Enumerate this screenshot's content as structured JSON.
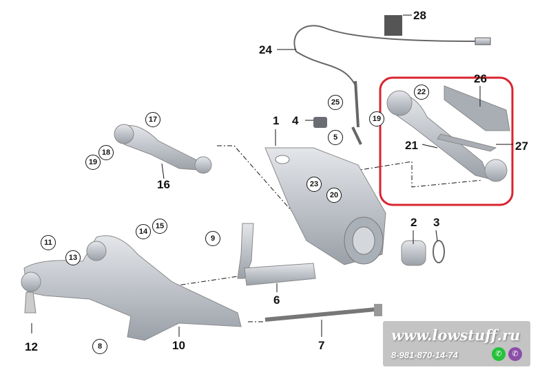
{
  "diagram": {
    "plain_labels": [
      "28",
      "24",
      "1",
      "4",
      "16",
      "26",
      "21",
      "27",
      "2",
      "3",
      "6",
      "12",
      "10",
      "7"
    ],
    "circled_labels": [
      "22",
      "19",
      "25",
      "5",
      "17",
      "18",
      "19",
      "23",
      "20",
      "14",
      "15",
      "9",
      "11",
      "13",
      "8"
    ]
  },
  "highlight": {
    "color": "#d9232e"
  },
  "watermark": {
    "site": "www.lowstuff.ru",
    "phone": "8-981-870-14-74",
    "whatsapp_icon": "whatsapp-icon",
    "viber_icon": "viber-icon",
    "whatsapp_color": "#25c23a",
    "viber_color": "#8b4fa8"
  }
}
